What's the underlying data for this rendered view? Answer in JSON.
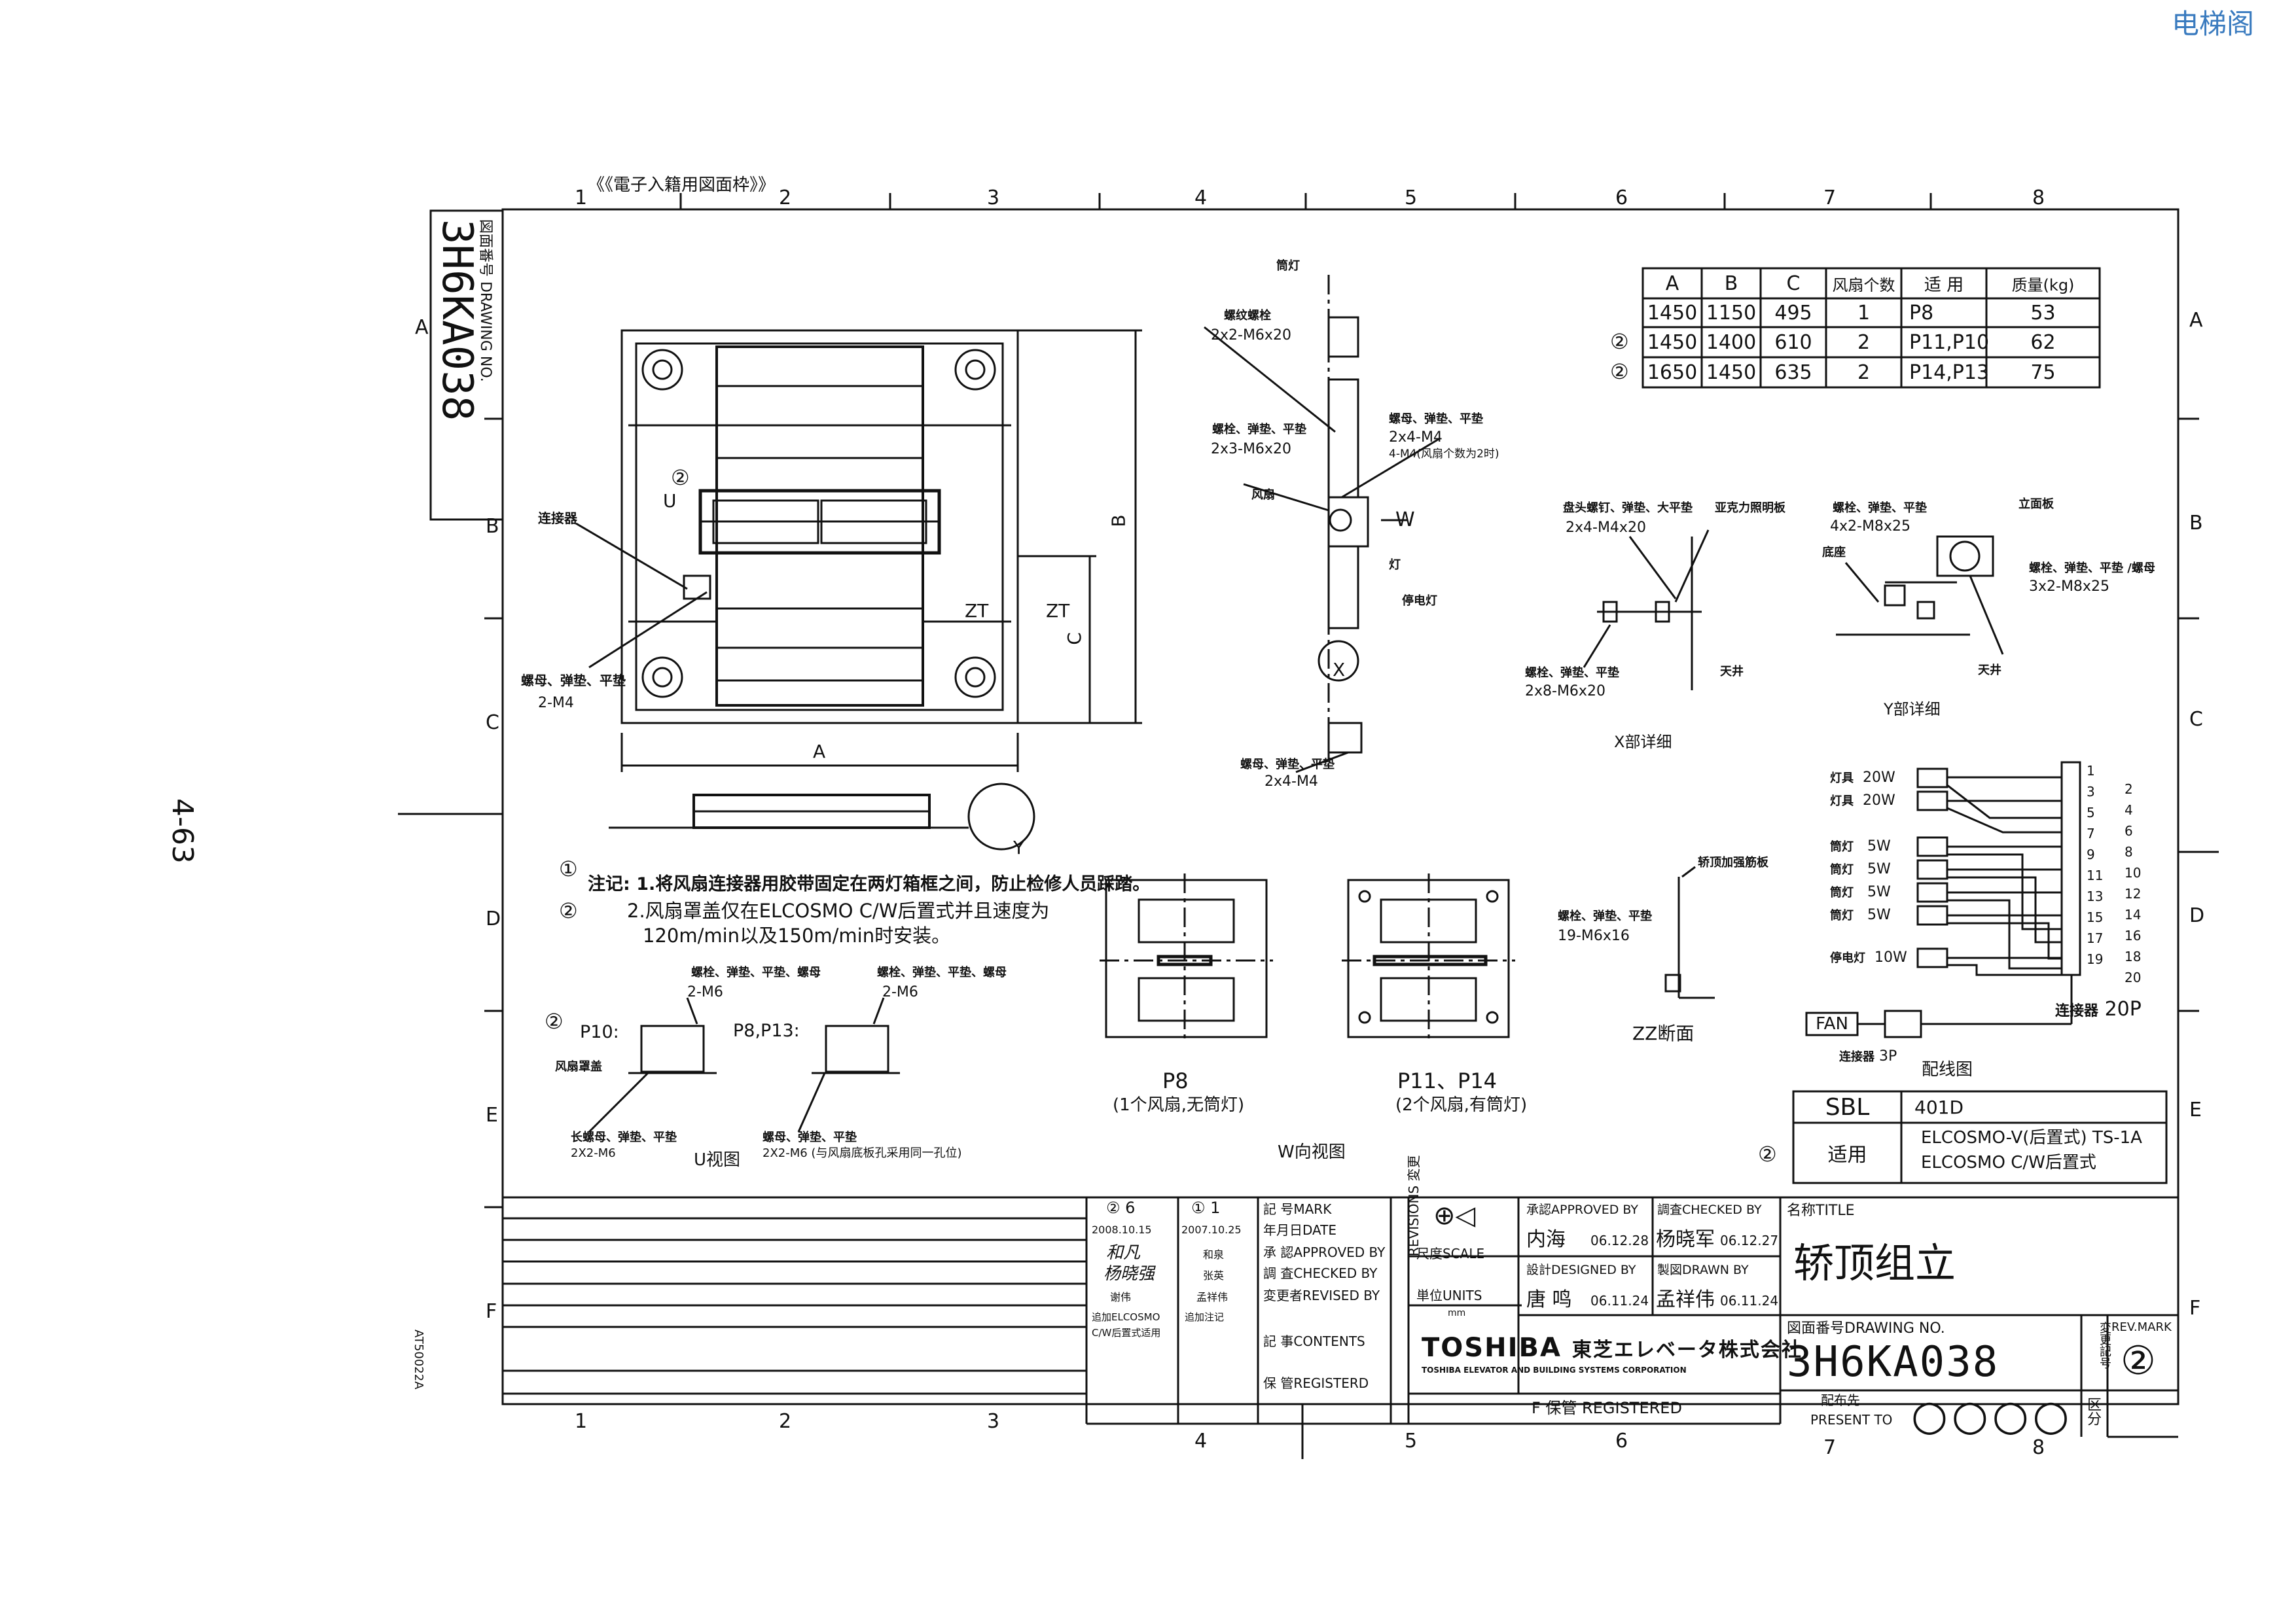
{
  "watermark": "电梯阁",
  "page_number": "4-63",
  "frame_title": "《《電子入籍用図面枠》》",
  "grid": {
    "cols": [
      "1",
      "2",
      "3",
      "4",
      "5",
      "6",
      "7",
      "8"
    ],
    "rows": [
      "A",
      "B",
      "C",
      "D",
      "E",
      "F"
    ]
  },
  "vertical_drawing_no": {
    "label": "図面番号 DRAWING NO.",
    "value": "3H6KA038"
  },
  "side_code": "AT50022A",
  "spec_table": {
    "headers": [
      "A",
      "B",
      "C",
      "风扇个数",
      "适 用",
      "质量(kg)"
    ],
    "rows": [
      {
        "mark": "",
        "cells": [
          "1450",
          "1150",
          "495",
          "1",
          "P8",
          "53"
        ]
      },
      {
        "mark": "②",
        "cells": [
          "1450",
          "1400",
          "610",
          "2",
          "P11,P10",
          "62"
        ]
      },
      {
        "mark": "②",
        "cells": [
          "1650",
          "1450",
          "635",
          "2",
          "P14,P13",
          "75"
        ]
      }
    ]
  },
  "main_view": {
    "connector_label": "连接器",
    "fastener_label": "螺母、弹垫、平垫",
    "fastener_qty": "2-M4",
    "circle2": "②",
    "U": "U",
    "zt1": "ZT",
    "zt2": "ZT",
    "dim_A": "A",
    "dim_B": "B",
    "dim_C": "C",
    "Y": "Y"
  },
  "side_view": {
    "lamp": "筒灯",
    "tap_screw": "螺纹螺栓",
    "tap_qty": "2x2-M6x20",
    "bolt1": "螺栓、弹垫、平垫",
    "bolt1_qty": "2x3-M6x20",
    "bolt2": "螺母、弹垫、平垫",
    "bolt2_qty": "2x4-M4",
    "bolt2_qty2": "4-M4(风扇个数为2时)",
    "fan": "风扇",
    "W": "W",
    "light": "灯",
    "emergency": "停电灯",
    "X": "X",
    "bolt3": "螺母、弹垫、平垫",
    "bolt3_qty": "2x4-M4"
  },
  "x_detail": {
    "t1": "盘头螺钉、弹垫、大平垫",
    "t1_qty": "2x4-M4x20",
    "t2": "亚克力照明板",
    "t3": "螺栓、弹垫、平垫",
    "t3_qty": "2x8-M6x20",
    "t4": "天井",
    "caption": "X部详细"
  },
  "y_detail": {
    "t1": "螺栓、弹垫、平垫",
    "t1_qty": "4x2-M8x25",
    "t2": "立面板",
    "t3": "底座",
    "t4": "螺栓、弹垫、平垫 /螺母",
    "t4_qty": "3x2-M8x25",
    "t5": "天井",
    "caption": "Y部详细"
  },
  "notes": {
    "c1": "①",
    "line1": "注记: 1.将风扇连接器用胶带固定在两灯箱框之间，防止检修人员踩踏。",
    "c2": "②",
    "line2": "2.风扇罩盖仅在ELCOSMO C/W后置式并且速度为",
    "line3": "120m/min以及150m/min时安装。"
  },
  "u_view": {
    "c2": "②",
    "p10": "P10:",
    "cover": "风扇罩盖",
    "bolt_a": "螺栓、弹垫、平垫、螺母",
    "bolt_a_qty": "2-M6",
    "p8p13": "P8,P13:",
    "bolt_b": "螺栓、弹垫、平垫、螺母",
    "bolt_b_qty": "2-M6",
    "long_nut": "长螺母、弹垫、平垫",
    "long_nut_qty": "2X2-M6",
    "nut_b": "螺母、弹垫、平垫",
    "nut_b_qty": "2X2-M6 (与风扇底板孔采用同一孔位)",
    "caption": "U视图"
  },
  "w_view": {
    "p8": "P8",
    "p8_sub": "(1个风扇,无筒灯)",
    "p11": "P11、P14",
    "p11_sub": "(2个风扇,有筒灯)",
    "caption": "W向视图"
  },
  "zz_section": {
    "t1": "轿顶加强筋板",
    "t2": "螺栓、弹垫、平垫",
    "t2_qty": "19-M6x16",
    "caption": "ZZ断面"
  },
  "wiring": {
    "items": [
      {
        "name": "灯具",
        "w": "20W"
      },
      {
        "name": "灯具",
        "w": "20W"
      },
      {
        "name": "筒灯",
        "w": "5W"
      },
      {
        "name": "筒灯",
        "w": "5W"
      },
      {
        "name": "筒灯",
        "w": "5W"
      },
      {
        "name": "筒灯",
        "w": "5W"
      },
      {
        "name": "停电灯",
        "w": "10W"
      }
    ],
    "pins_left": [
      "1",
      "3",
      "5",
      "7",
      "9",
      "11",
      "13",
      "15",
      "17",
      "19"
    ],
    "pins_right": [
      "2",
      "4",
      "6",
      "8",
      "10",
      "12",
      "14",
      "16",
      "18",
      "20"
    ],
    "fan": "FAN",
    "conn3": "连接器",
    "conn3_n": "3P",
    "conn20": "连接器",
    "conn20_n": "20P",
    "caption": "配线图"
  },
  "applicability": {
    "sbl_label": "SBL",
    "sbl_value": "401D",
    "mark": "②",
    "apply_label": "适用",
    "apply_line1": "ELCOSMO-V(后置式) TS-1A",
    "apply_line2": "ELCOSMO C/W后置式"
  },
  "revisions": {
    "rev2": "②",
    "rev2_num": "6",
    "rev1": "①",
    "rev1_num": "1",
    "date2": "2008.10.15",
    "date1": "2007.10.25",
    "approver2": "和凡",
    "checker2": "杨晓强",
    "approver1": "和泉",
    "checker1": "张英",
    "reviser2": "谢伟",
    "reviser1": "孟祥伟",
    "content2a": "追加ELCOSMO",
    "content2b": "C/W后置式适用",
    "content1": "追加注记",
    "labels": {
      "mark": "記 号MARK",
      "date": "年月日DATE",
      "approved": "承 認APPROVED BY",
      "checked": "調 査CHECKED BY",
      "revised": "変更者REVISED BY",
      "contents": "記 事CONTENTS",
      "registered": "保 管REGISTERD"
    },
    "vertical": "REVISIONS 変更"
  },
  "title_block": {
    "scale": "尺度SCALE",
    "units": "単位UNITS",
    "units_val": "mm",
    "approved_label": "承認APPROVED BY",
    "approved_name": "内海",
    "approved_date": "06.12.28",
    "checked_label": "調査CHECKED BY",
    "checked_name": "杨晓军",
    "checked_date": "06.12.27",
    "designed_label": "設計DESIGNED BY",
    "designed_name": "唐 鸣",
    "designed_date": "06.11.24",
    "drawn_label": "製図DRAWN BY",
    "drawn_name": "孟祥伟",
    "drawn_date": "06.11.24",
    "title_label": "名称TITLE",
    "title": "轿顶组立",
    "toshiba": "TOSHIBA",
    "toshiba_jp": "東芝エレベータ株式会社",
    "toshiba_en": "TOSHIBA ELEVATOR AND BUILDING SYSTEMS CORPORATION",
    "drawing_no_label": "図面番号DRAWING NO.",
    "drawing_no": "3H6KA038",
    "rev_label": "変更記号",
    "rev_mark_label": "REV.MARK",
    "rev_value": "②",
    "registered": "F 保管 REGISTERED",
    "distribution_label": "配布先",
    "present_to": "PRESENT TO",
    "circles": "○○○○",
    "section_label": "区分"
  }
}
